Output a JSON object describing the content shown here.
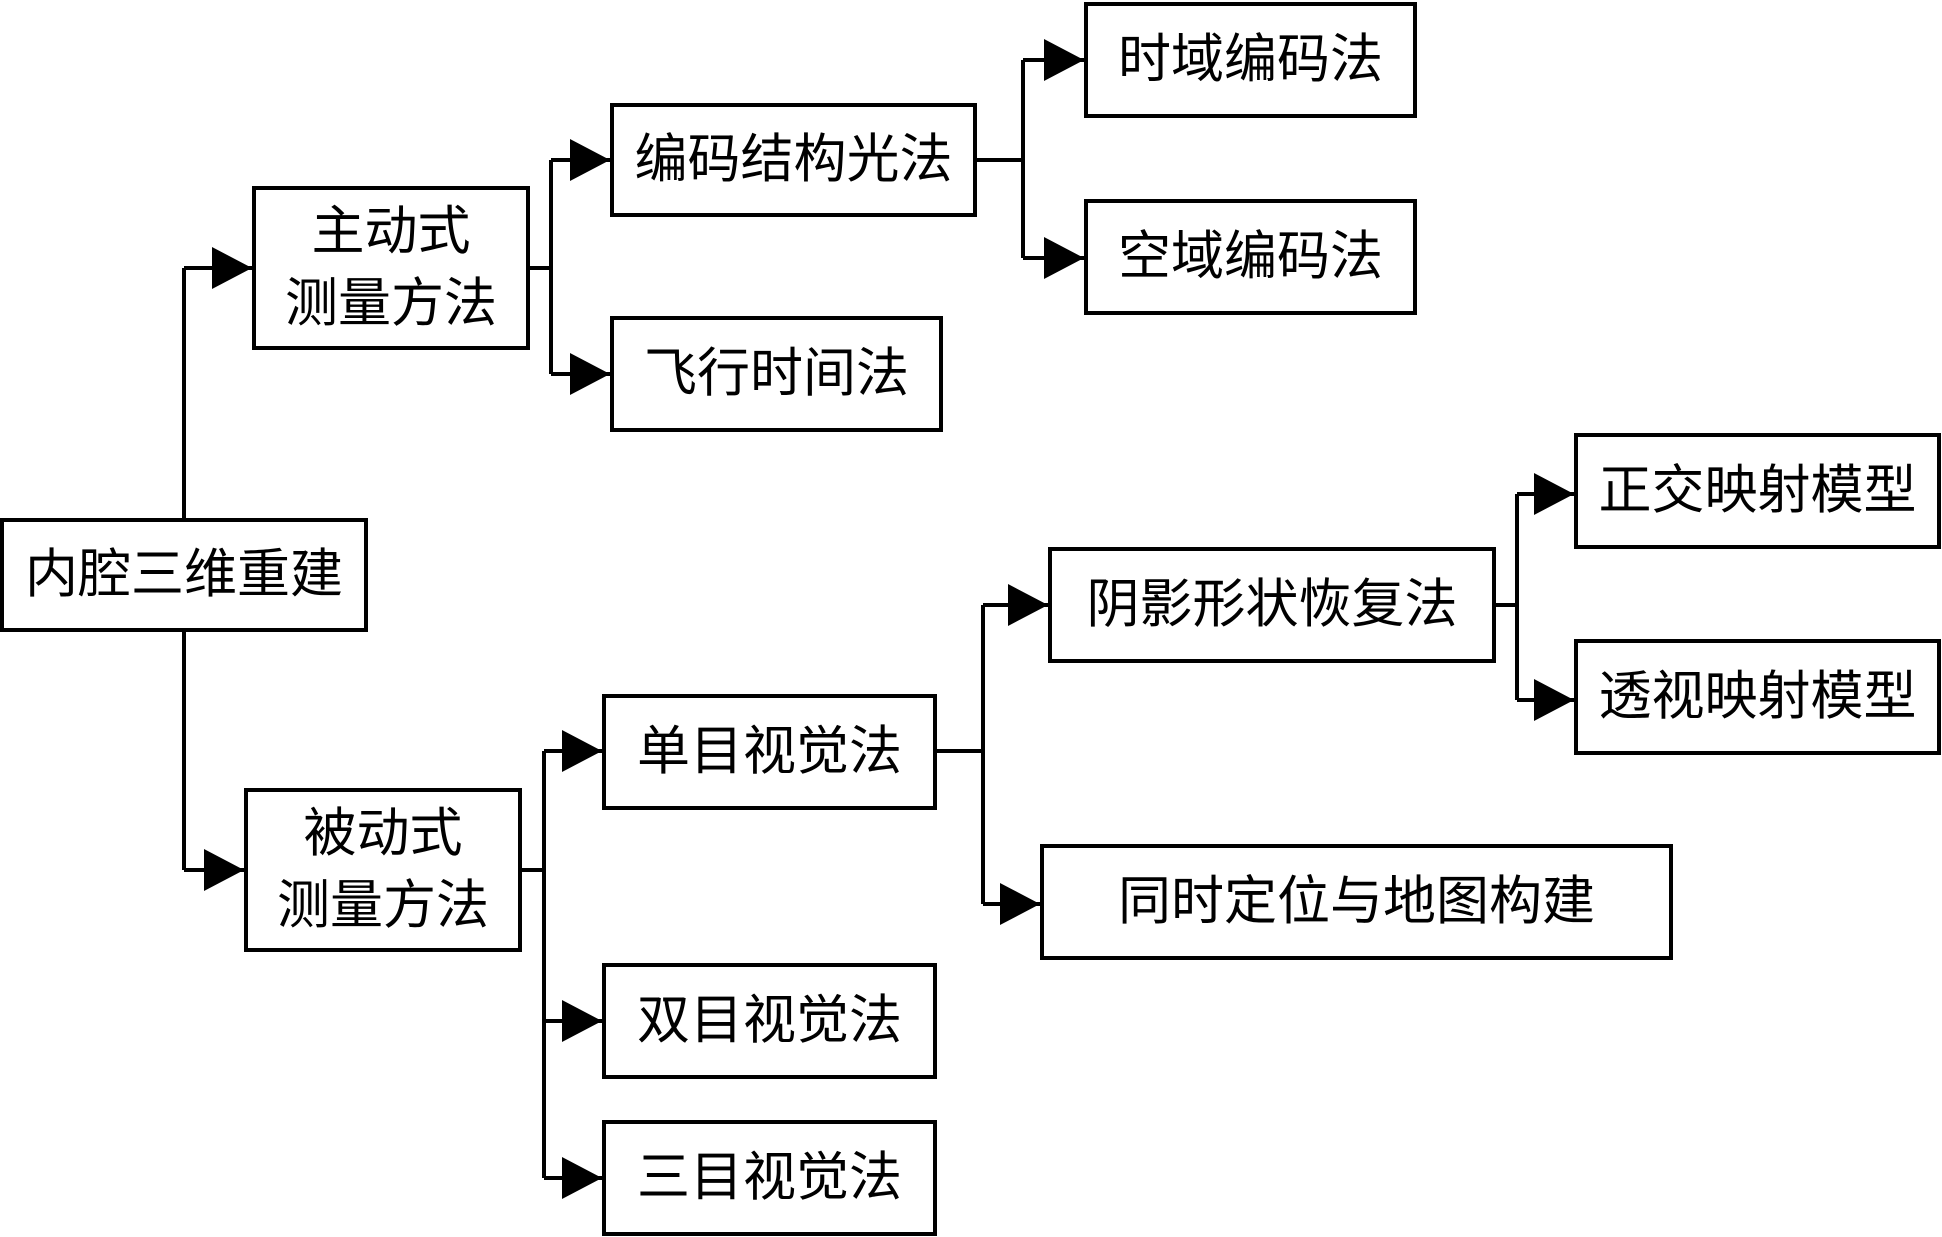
{
  "colors": {
    "line": "#000000",
    "box_fill": "#ffffff",
    "text": "#000000"
  },
  "nodes": {
    "root": "内腔三维重建",
    "active": [
      "主动式",
      "测量方法"
    ],
    "passive": [
      "被动式",
      "测量方法"
    ],
    "coded_structured_light": "编码结构光法",
    "time_of_flight": "飞行时间法",
    "time_domain_coding": "时域编码法",
    "space_domain_coding": "空域编码法",
    "monocular": "单目视觉法",
    "binocular": "双目视觉法",
    "trinocular": "三目视觉法",
    "shape_from_shading": "阴影形状恢复法",
    "slam": "同时定位与地图构建",
    "orthographic_model": "正交映射模型",
    "perspective_model": "透视映射模型"
  }
}
